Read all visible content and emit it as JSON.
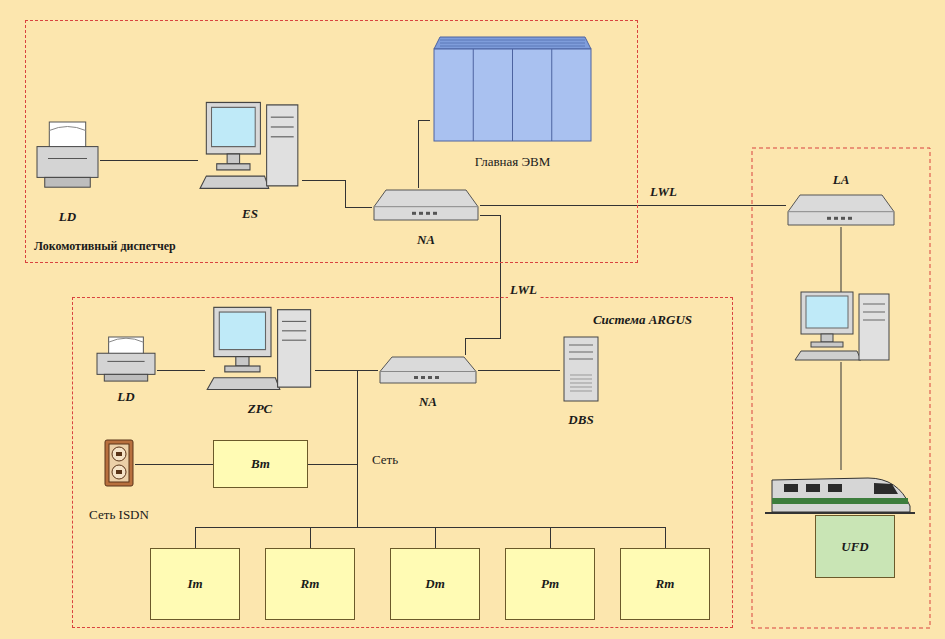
{
  "diagram": {
    "nodes": [
      {
        "text": [
          "Локомотивный диспетчер"
        ]
      },
      {
        "text": [
          "LD"
        ],
        "in": 0
      },
      {
        "text": [
          "ES"
        ],
        "in": 0
      },
      {
        "text": [
          "Главная ЭВМ"
        ],
        "in": 0
      },
      {
        "text": [
          "NA"
        ],
        "in": 0
      },
      {
        "text": [
          "LA"
        ]
      },
      {
        "text": [
          "Система ARGUS"
        ]
      },
      {
        "text": [
          "LD"
        ],
        "in": 6
      },
      {
        "text": [
          "ZPC"
        ],
        "in": 6
      },
      {
        "text": [
          "NA"
        ],
        "in": 6
      },
      {
        "text": [
          "DBS"
        ],
        "in": 6
      },
      {
        "text": [
          "Сеть ISDN"
        ],
        "in": 6
      },
      {
        "text": [
          "Bm"
        ],
        "in": 6
      },
      {
        "text": [
          "Im"
        ],
        "in": 6
      },
      {
        "text": [
          "Rm"
        ],
        "in": 6
      },
      {
        "text": [
          "Dm"
        ],
        "in": 6
      },
      {
        "text": [
          "Pm"
        ],
        "in": 6
      },
      {
        "text": [
          "Rm"
        ],
        "in": 6
      },
      {
        "text": [
          "UFD"
        ]
      }
    ],
    "edges": [
      {
        "from": 1,
        "to": 2,
        "arrow": "none"
      },
      {
        "from": 2,
        "to": 4,
        "arrow": "none"
      },
      {
        "from": 3,
        "to": 4,
        "arrow": "none"
      },
      {
        "from": 4,
        "to": 5,
        "label": "LWL",
        "arrow": "none"
      },
      {
        "from": 4,
        "to": 9,
        "label": "LWL",
        "arrow": "none"
      },
      {
        "from": 7,
        "to": 8,
        "arrow": "none"
      },
      {
        "from": 8,
        "to": 9,
        "arrow": "none"
      },
      {
        "from": 9,
        "to": 10,
        "arrow": "none"
      },
      {
        "from": 11,
        "to": 12,
        "arrow": "none"
      },
      {
        "from": 9,
        "to": 12,
        "arrow": "none"
      },
      {
        "from": 9,
        "to": 13,
        "arrow": "none"
      },
      {
        "from": 9,
        "to": 14,
        "arrow": "none"
      },
      {
        "from": 9,
        "to": 15,
        "arrow": "none"
      },
      {
        "from": 9,
        "to": 16,
        "arrow": "none"
      },
      {
        "from": 9,
        "to": 17,
        "arrow": "none"
      }
    ],
    "labels": [
      "Сеть"
    ]
  }
}
